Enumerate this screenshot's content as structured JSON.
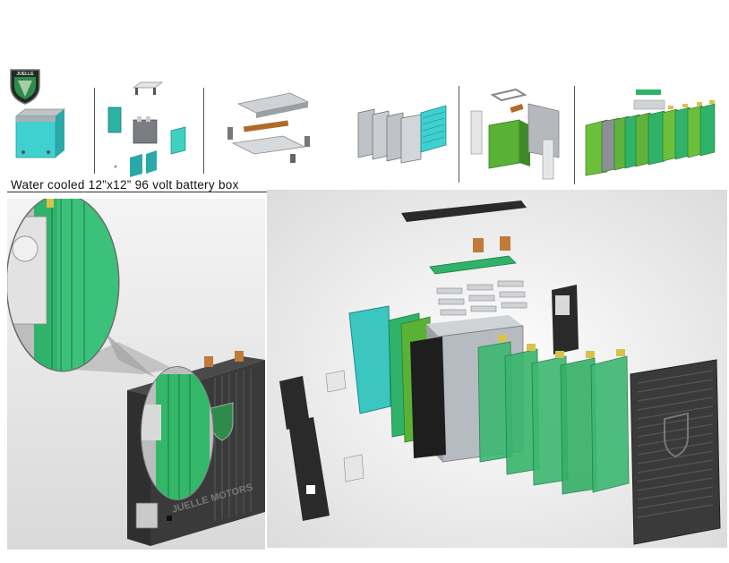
{
  "caption": "Water cooled 12”x12” 96 volt  battery box",
  "brand": {
    "logo_text": "JUELLE",
    "plate_text": "JUELLE MOTORS"
  },
  "colors": {
    "teal": "#3fd0d0",
    "pcb_green": "#2fb36a",
    "cell_green": "#4caf3f",
    "case_dark": "#3a3a3a",
    "copper": "#c07a3a",
    "gold_tab": "#d8c24a",
    "silver": "#bfc3c8"
  },
  "icons": {
    "logo": "shield-logo-icon"
  }
}
